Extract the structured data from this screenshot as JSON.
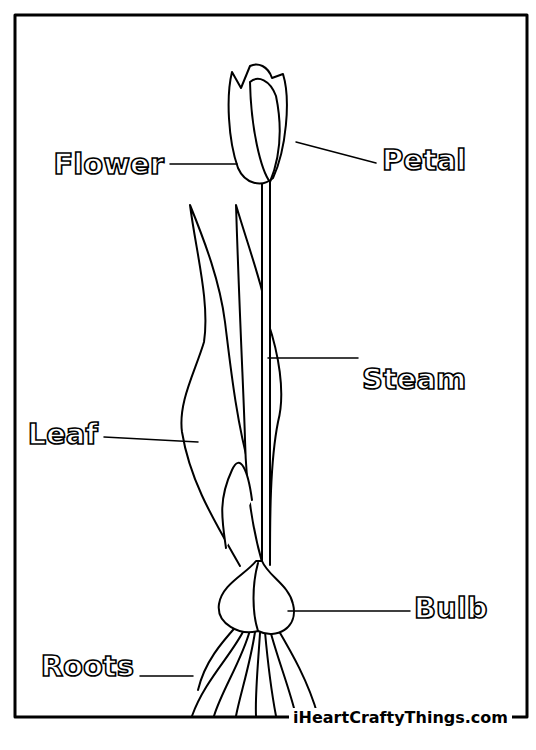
{
  "diagram": {
    "labels": [
      "Flower",
      "Petal",
      "Steam",
      "Leaf",
      "Bulb",
      "Roots",
      "iHeartCraftyThings.com"
    ]
  }
}
